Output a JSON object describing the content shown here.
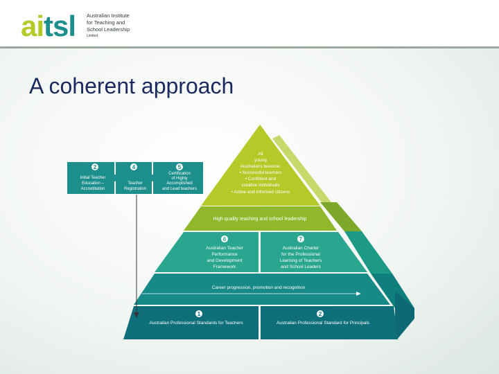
{
  "logo": {
    "word_a": "a",
    "word_i": "i",
    "word_tsl": "tsl",
    "sub_line1": "Australian Institute",
    "sub_line2": "for Teaching and",
    "sub_line3": "School Leadership",
    "sub_line4": "Limited"
  },
  "slide": {
    "title": "A coherent approach"
  },
  "pyramid": {
    "apex": [
      "All",
      "young",
      "Australians become:",
      "• Successful learners",
      "• Confident and",
      "creative individuals",
      "• Active and informed citizens"
    ],
    "band_quality": "High quality teaching and school leadership",
    "left_box": {
      "number": "6",
      "lines": [
        "Australian Teacher",
        "Performance",
        "and Development",
        "Framework"
      ]
    },
    "right_box": {
      "number": "7",
      "lines": [
        "Australian Charter",
        "for the Professional",
        "Learning of Teachers",
        "and School Leaders"
      ]
    },
    "band_career": "Career progression, promotion and recognition",
    "base_left": {
      "number": "1",
      "label": "Australian Professional Standards for Teachers"
    },
    "base_right": {
      "number": "2",
      "label": "Australian Professional Standard for Principals"
    }
  },
  "puzzle": [
    {
      "number": "2",
      "lines": [
        "Initial Teacher",
        "Education –",
        "Accreditation"
      ]
    },
    {
      "number": "4",
      "lines": [
        "Teacher",
        "Registration"
      ]
    },
    {
      "number": "5",
      "lines": [
        "Certification",
        "of Highly",
        "Accomplished",
        "and Lead teachers"
      ]
    }
  ],
  "colors": {
    "apex_green": "#b5c928",
    "band_green": "#8fb82b",
    "teal_light": "#2aa58f",
    "teal_mid": "#178a88",
    "teal_dark": "#0e6f7a",
    "navy": "#1a2a5e"
  }
}
